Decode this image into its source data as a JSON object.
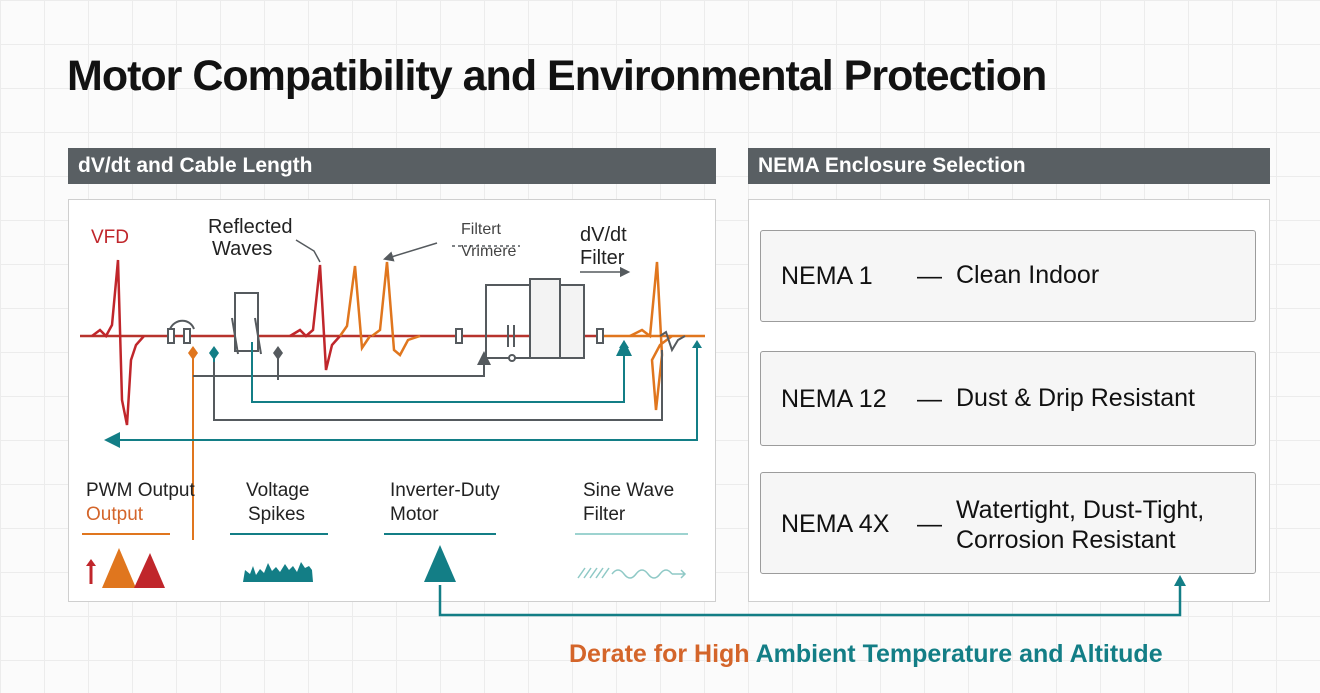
{
  "title": "Motor Compatibility and Environmental Protection",
  "left_panel": {
    "header": "dV/dt and Cable Length",
    "labels": {
      "vfd": "VFD",
      "reflected_1": "Reflected",
      "reflected_2": "Waves",
      "filter_1": "Filtert",
      "filter_2": "Vrimere",
      "dvdt_1": "dV/dt",
      "dvdt_2": "Filter"
    },
    "bottom_items": [
      {
        "line1": "PWM Output",
        "line2": "Output"
      },
      {
        "line1": "Voltage",
        "line2": "Spikes"
      },
      {
        "line1": "Inverter-Duty",
        "line2": "Motor"
      },
      {
        "line1": "Sine Wave",
        "line2": "Filter"
      }
    ]
  },
  "right_panel": {
    "header": "NEMA Enclosure Selection",
    "cards": [
      {
        "id": "NEMA 1",
        "dash": "—",
        "desc_1": "Clean Indoor",
        "desc_2": ""
      },
      {
        "id": "NEMA 12",
        "dash": "—",
        "desc_1": "Dust & Drip Resistant",
        "desc_2": ""
      },
      {
        "id": "NEMA 4X",
        "dash": "—",
        "desc_1": "Watertight, Dust-Tight,",
        "desc_2": "Corrosion Resistant"
      }
    ]
  },
  "footer": {
    "part1": "Derate for High",
    "part2": "Ambient Temperature and Altitude"
  },
  "colors": {
    "header_bg": "#595f63",
    "red": "#c0262b",
    "orange": "#e0761e",
    "teal": "#137e86",
    "gray_line": "#555a5e",
    "footer_orange": "#d4652a",
    "footer_teal": "#137e86"
  }
}
